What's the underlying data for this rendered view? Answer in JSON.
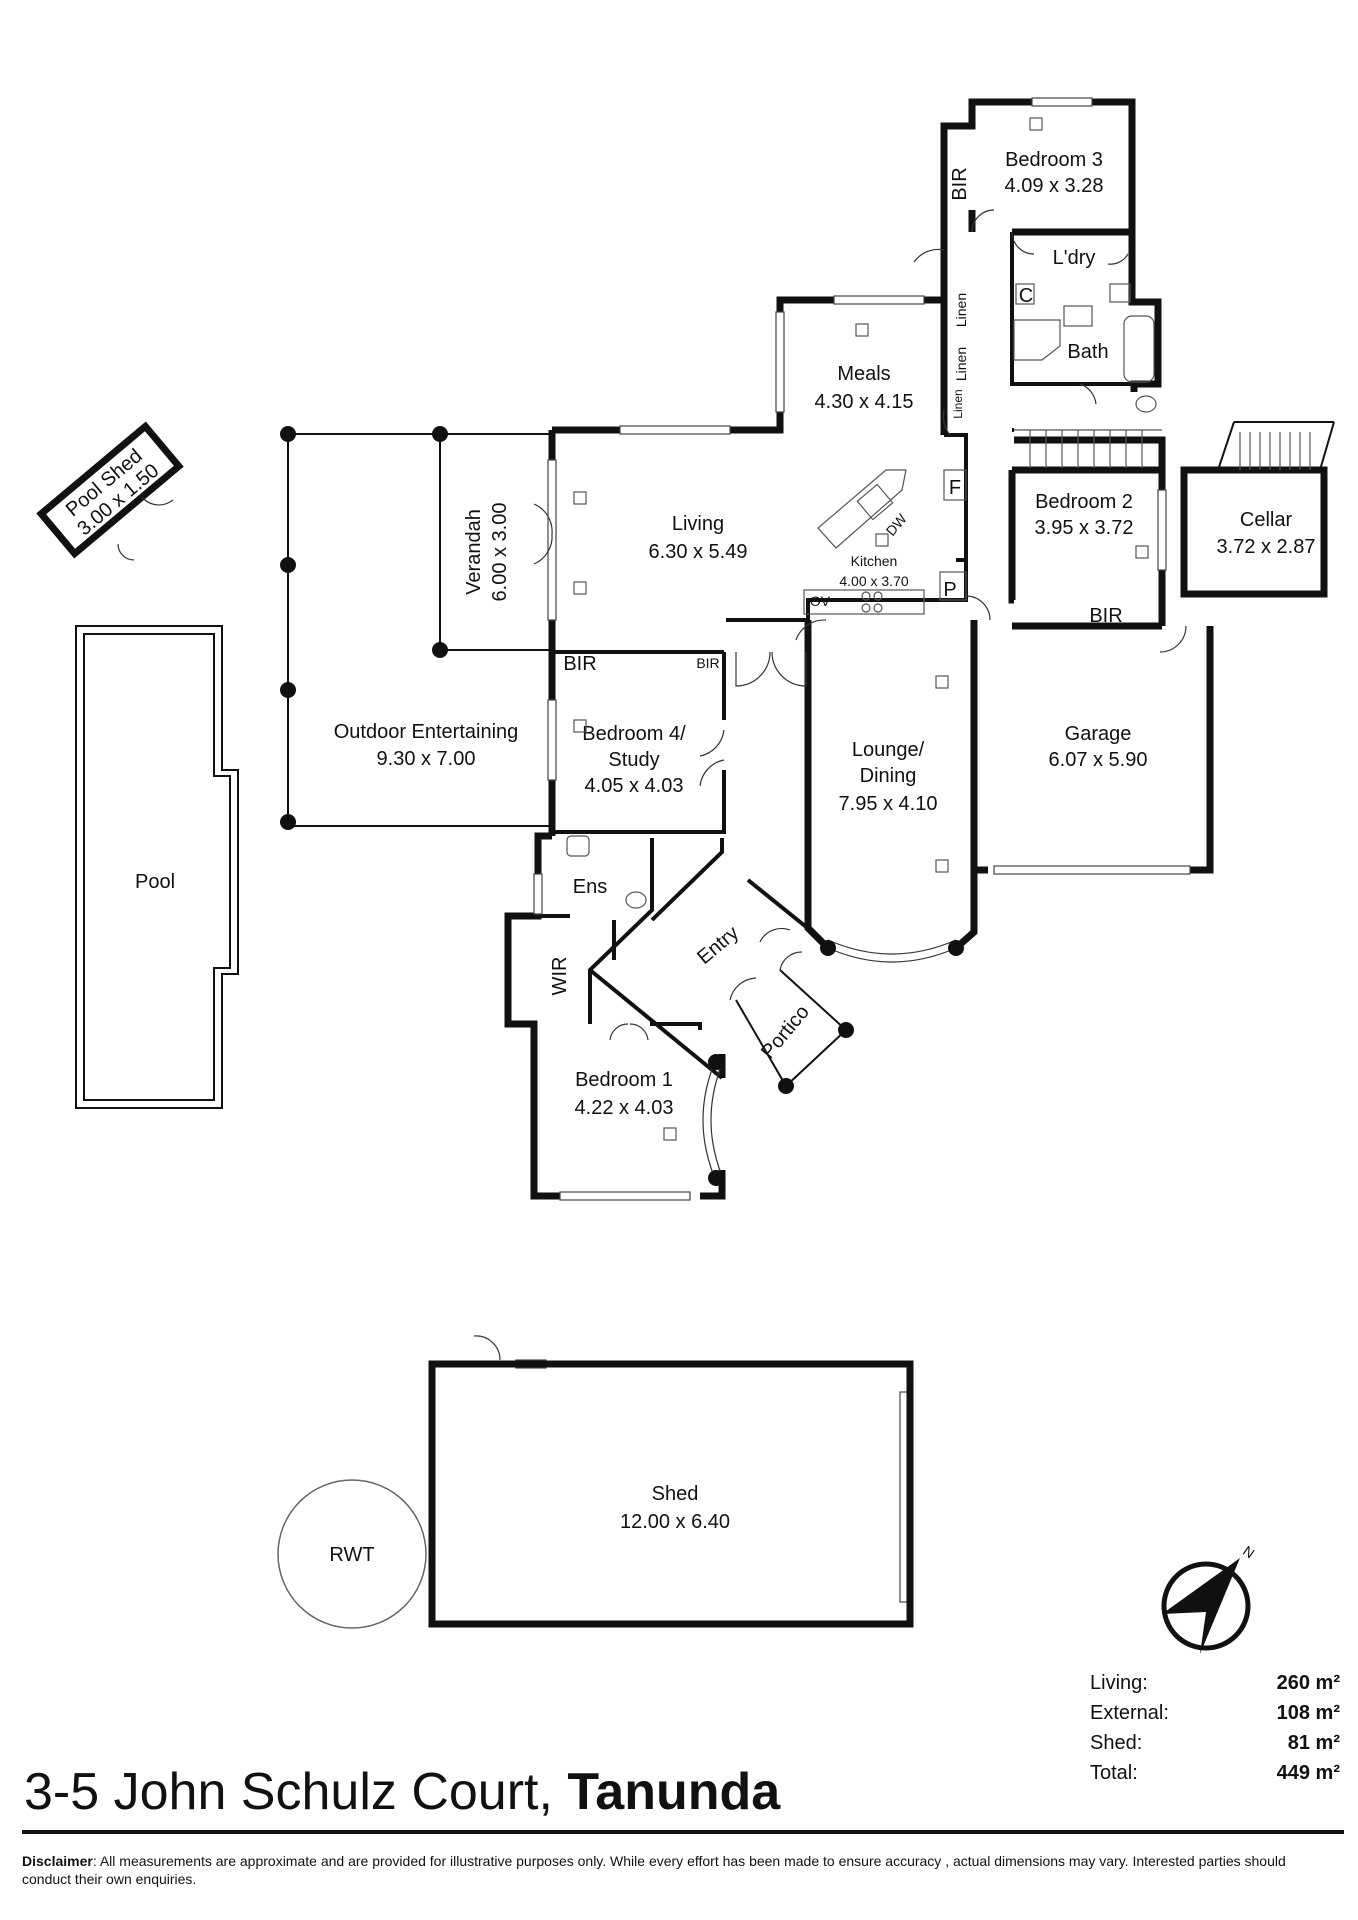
{
  "rooms": {
    "pool_shed": {
      "name": "Pool Shed",
      "dims": "3.00 x 1.50"
    },
    "bedroom3": {
      "name": "Bedroom 3",
      "dims": "4.09 x 3.28"
    },
    "bir_bed3": "BIR",
    "laundry": "L'dry",
    "cupboard": "C",
    "bath": "Bath",
    "linen1": "Linen",
    "linen2": "Linen",
    "linen3": "Linen",
    "meals": {
      "name": "Meals",
      "dims": "4.30 x 4.15"
    },
    "verandah": {
      "name": "Verandah",
      "dims": "6.00 x 3.00"
    },
    "living": {
      "name": "Living",
      "dims": "6.30 x 5.49"
    },
    "kitchen": {
      "name": "Kitchen",
      "dims": "4.00 x 3.70"
    },
    "dw": "DW",
    "fridge": "F",
    "oven": "OV",
    "pantry": "P",
    "bedroom2": {
      "name": "Bedroom 2",
      "dims": "3.95 x 3.72"
    },
    "bir_bed2": "BIR",
    "cellar": {
      "name": "Cellar",
      "dims": "3.72 x 2.87"
    },
    "bir_bed4_a": "BIR",
    "bir_bed4_b": "BIR",
    "outdoor": {
      "name": "Outdoor Entertaining",
      "dims": "9.30 x 7.00"
    },
    "bedroom4": {
      "name1": "Bedroom 4/",
      "name2": "Study",
      "dims": "4.05 x 4.03"
    },
    "lounge": {
      "name1": "Lounge/",
      "name2": "Dining",
      "dims": "7.95 x 4.10"
    },
    "garage": {
      "name": "Garage",
      "dims": "6.07 x 5.90"
    },
    "pool": "Pool",
    "ensuite": "Ens",
    "wir": "WIR",
    "entry": "Entry",
    "portico": "Portico",
    "bedroom1": {
      "name": "Bedroom 1",
      "dims": "4.22 x 4.03"
    },
    "shed": {
      "name": "Shed",
      "dims": "12.00 x 6.40"
    },
    "rwt": "RWT"
  },
  "compass": {
    "label": "N"
  },
  "areas": [
    {
      "label": "Living:",
      "value": "260 m²"
    },
    {
      "label": "External:",
      "value": "108 m²"
    },
    {
      "label": "Shed:",
      "value": "81 m²"
    },
    {
      "label": "Total:",
      "value": "449 m²"
    }
  ],
  "address": {
    "street": "3-5 John Schulz Court,",
    "town": "Tanunda"
  },
  "disclaimer": {
    "heading": "Disclaimer",
    "text": ": All measurements are approximate and are provided for illustrative purposes only. While every effort has been made to ensure accuracy , actual dimensions may vary. Interested parties should conduct their own enquiries."
  }
}
